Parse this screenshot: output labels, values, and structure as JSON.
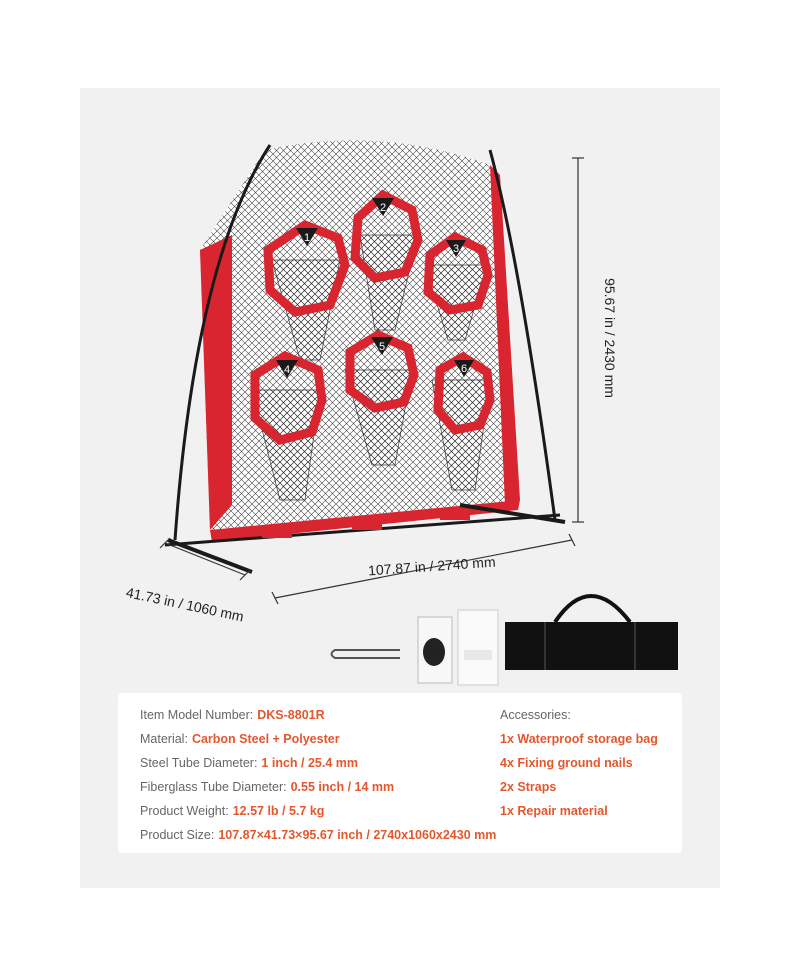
{
  "colors": {
    "accent": "#e4572e",
    "net_red": "#d9252f",
    "frame": "#1a1a1a",
    "panel_bg": "#f1f1f1"
  },
  "dimensions": {
    "width": "107.87 in / 2740 mm",
    "depth": "41.73 in / 1060 mm",
    "height": "95.67 in / 2430 mm"
  },
  "targets": [
    "1",
    "2",
    "3",
    "4",
    "5",
    "6"
  ],
  "specs": [
    {
      "key": "Item Model Number:",
      "value": "DKS-8801R"
    },
    {
      "key": "Material:",
      "value": "Carbon Steel + Polyester"
    },
    {
      "key": "Steel Tube Diameter:",
      "value": "1 inch / 25.4 mm"
    },
    {
      "key": "Fiberglass Tube Diameter:",
      "value": "0.55 inch / 14 mm"
    },
    {
      "key": "Product Weight:",
      "value": "12.57 lb / 5.7 kg"
    },
    {
      "key": "Product Size:",
      "value": "107.87×41.73×95.67 inch / 2740x1060x2430 mm"
    }
  ],
  "accessories": {
    "title": "Accessories:",
    "items": [
      "1x Waterproof storage bag",
      "4x Fixing ground nails",
      "2x Straps",
      "1x Repair material"
    ]
  }
}
